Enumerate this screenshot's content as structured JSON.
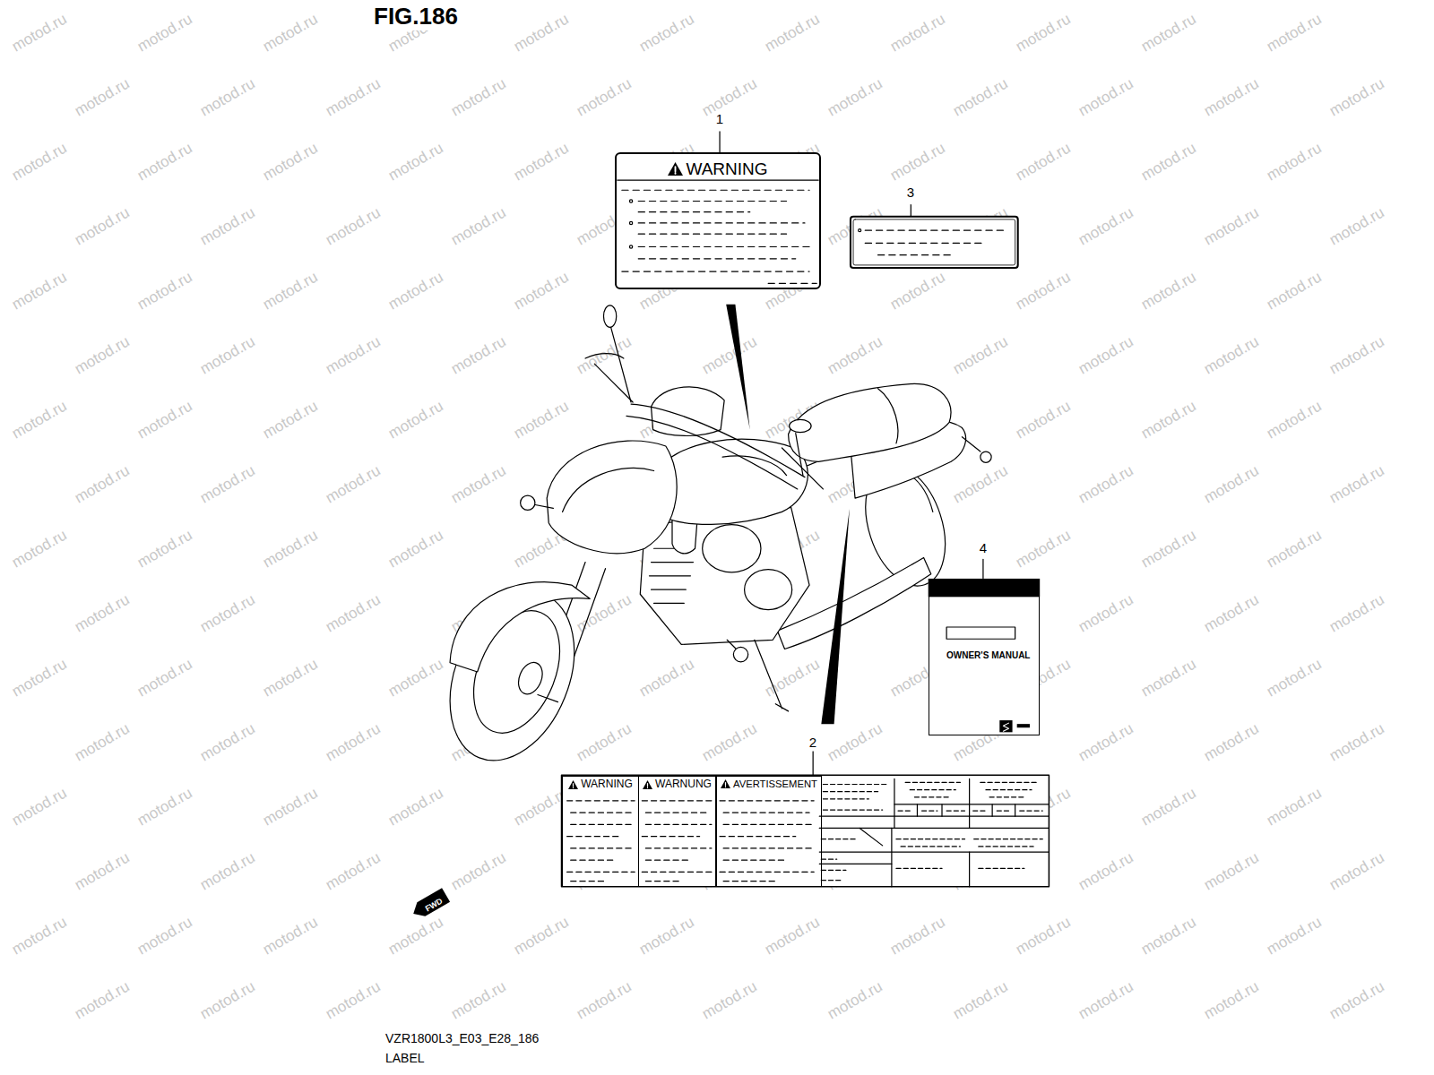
{
  "diagram": {
    "title": "FIG.186",
    "nodes": [
      {
        "text": [
          "WARNING"
        ]
      },
      {
        "text": [
          "WARNING"
        ]
      },
      {
        "text": [
          "WARNUNG"
        ]
      },
      {
        "text": [
          "AVERTISSEMENT"
        ]
      },
      {
        "text": [
          "OWNER'S MANUAL"
        ]
      }
    ],
    "labels": [
      "1",
      "2",
      "3",
      "4",
      "FWD",
      "VZR1800L3_E03_E28_186",
      "LABEL",
      "motod.ru",
      "motod.ru",
      "motod.ru",
      "motod.ru",
      "motod.ru",
      "motod.ru",
      "motod.ru",
      "motod.ru",
      "motod.ru",
      "motod.ru",
      "motod.ru",
      "motod.ru",
      "motod.ru",
      "motod.ru",
      "motod.ru",
      "motod.ru",
      "motod.ru",
      "motod.ru",
      "motod.ru",
      "motod.ru",
      "motod.ru",
      "motod.ru",
      "motod.ru",
      "motod.ru",
      "motod.ru",
      "motod.ru",
      "motod.ru",
      "motod.ru",
      "motod.ru",
      "motod.ru",
      "motod.ru",
      "motod.ru",
      "motod.ru",
      "motod.ru",
      "motod.ru",
      "motod.ru",
      "motod.ru",
      "motod.ru",
      "motod.ru",
      "motod.ru",
      "motod.ru",
      "motod.ru",
      "motod.ru",
      "motod.ru",
      "motod.ru",
      "motod.ru",
      "motod.ru",
      "motod.ru",
      "motod.ru",
      "motod.ru",
      "motod.ru",
      "motod.ru",
      "motod.ru",
      "motod.ru",
      "motod.ru",
      "motod.ru",
      "motod.ru",
      "motod.ru",
      "motod.ru",
      "motod.ru",
      "motod.ru",
      "motod.ru",
      "motod.ru",
      "motod.ru",
      "motod.ru",
      "motod.ru",
      "motod.ru",
      "motod.ru",
      "motod.ru",
      "motod.ru",
      "motod.ru",
      "motod.ru",
      "motod.ru",
      "motod.ru",
      "motod.ru",
      "motod.ru",
      "motod.ru",
      "motod.ru",
      "motod.ru",
      "motod.ru",
      "motod.ru",
      "motod.ru",
      "motod.ru",
      "motod.ru",
      "motod.ru",
      "motod.ru",
      "motod.ru",
      "motod.ru",
      "motod.ru",
      "motod.ru",
      "motod.ru",
      "motod.ru",
      "motod.ru",
      "motod.ru",
      "motod.ru",
      "motod.ru",
      "motod.ru",
      "motod.ru",
      "motod.ru",
      "motod.ru",
      "motod.ru",
      "motod.ru",
      "motod.ru",
      "motod.ru",
      "motod.ru",
      "motod.ru",
      "motod.ru",
      "motod.ru",
      "motod.ru",
      "motod.ru",
      "motod.ru",
      "motod.ru",
      "motod.ru",
      "motod.ru",
      "motod.ru",
      "motod.ru",
      "motod.ru",
      "motod.ru",
      "motod.ru",
      "motod.ru",
      "motod.ru",
      "motod.ru",
      "motod.ru",
      "motod.ru",
      "motod.ru",
      "motod.ru",
      "motod.ru",
      "motod.ru",
      "motod.ru",
      "motod.ru",
      "motod.ru",
      "motod.ru",
      "motod.ru",
      "motod.ru",
      "motod.ru",
      "motod.ru",
      "motod.ru",
      "motod.ru",
      "motod.ru",
      "motod.ru",
      "motod.ru",
      "motod.ru",
      "motod.ru",
      "motod.ru",
      "motod.ru",
      "motod.ru",
      "motod.ru",
      "motod.ru",
      "motod.ru",
      "motod.ru",
      "motod.ru",
      "motod.ru",
      "motod.ru",
      "motod.ru",
      "motod.ru",
      "motod.ru",
      "motod.ru",
      "motod.ru",
      "motod.ru",
      "motod.ru",
      "motod.ru",
      "motod.ru",
      "motod.ru",
      "motod.ru",
      "motod.ru",
      "motod.ru",
      "motod.ru",
      "motod.ru",
      "motod.ru",
      "motod.ru",
      "motod.ru",
      "motod.ru",
      "motod.ru",
      "motod.ru",
      "motod.ru",
      "motod.ru"
    ]
  }
}
